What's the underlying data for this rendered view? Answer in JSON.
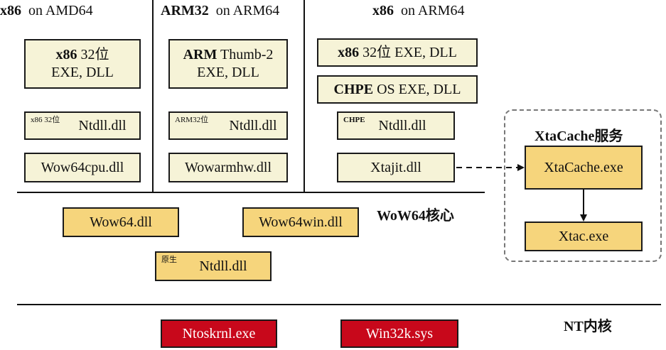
{
  "columns": {
    "x86_amd64": {
      "arch": "x86",
      "rest": "on AMD64"
    },
    "arm32_arm64": {
      "arch": "ARM32",
      "rest": "on ARM64"
    },
    "x86_arm64": {
      "arch": "x86",
      "rest": "on ARM64"
    }
  },
  "boxes": {
    "x86_exe": {
      "arch": "x86",
      "bits": "32位",
      "files": "EXE, DLL"
    },
    "x86_ntdll": {
      "sup": "x86",
      "sup2": "32位",
      "name": "Ntdll.dll"
    },
    "wow64cpu": "Wow64cpu.dll",
    "arm_exe": {
      "arch": "ARM",
      "mode": "Thumb-2",
      "files": "EXE, DLL"
    },
    "arm_ntdll": {
      "sup": "ARM",
      "sup2": "32位",
      "name": "Ntdll.dll"
    },
    "wowarmhw": "Wowarmhw.dll",
    "x86_on_arm_exe": {
      "arch": "x86",
      "rest": "32位 EXE, DLL"
    },
    "chpe_os": {
      "arch": "CHPE",
      "rest": "OS EXE, DLL"
    },
    "chpe_ntdll": {
      "sup": "CHPE",
      "name": "Ntdll.dll"
    },
    "xtajit": "Xtajit.dll",
    "wow64": "Wow64.dll",
    "wow64win": "Wow64win.dll",
    "native_ntdll": {
      "sup": "原生",
      "name": "Ntdll.dll"
    },
    "ntoskrnl": "Ntoskrnl.exe",
    "win32k": "Win32k.sys",
    "xtacache_exe": "XtaCache.exe",
    "xtac_exe": "Xtac.exe"
  },
  "labels": {
    "wow64_core": "WoW64核心",
    "nt_kernel": "NT内核",
    "xtacache_service": "XtaCache服务"
  },
  "colors": {
    "light_box": "#f6f3d7",
    "gold_box": "#f6d57c",
    "red_box": "#c8081b",
    "dashed_border": "#777777"
  }
}
